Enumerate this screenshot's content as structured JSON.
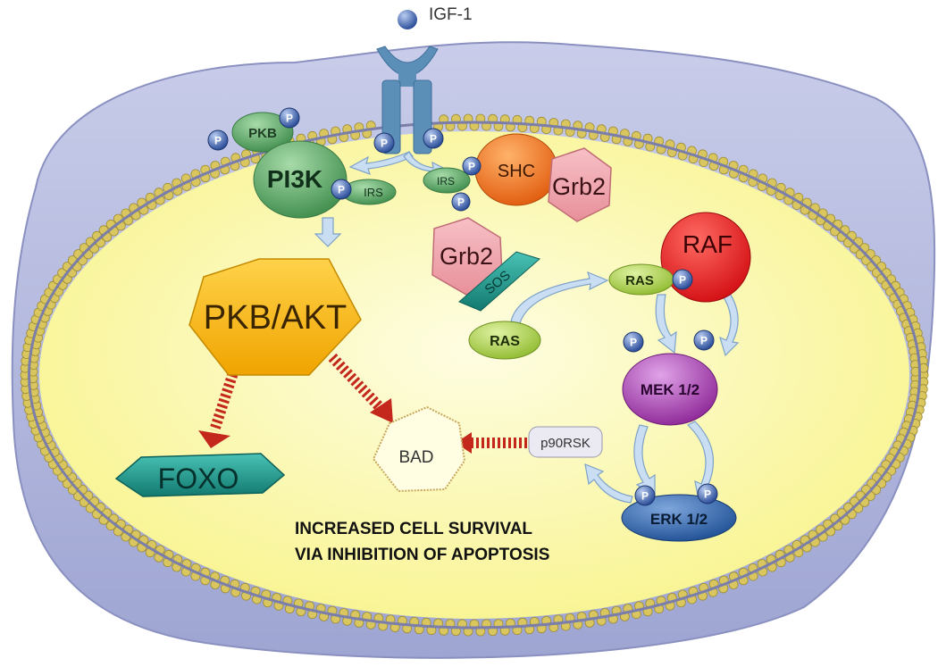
{
  "ligand": {
    "label": "IGF-1"
  },
  "molecules": {
    "pkb": "PKB",
    "pi3k": "PI3K",
    "irs_left": "IRS",
    "irs_right": "IRS",
    "shc": "SHC",
    "grb2_upper": "Grb2",
    "grb2_lower": "Grb2",
    "sos": "SOS",
    "raf": "RAF",
    "ras_active": "RAS",
    "ras_inactive": "RAS",
    "mek": "MEK 1/2",
    "erk": "ERK 1/2",
    "akt": "PKB/AKT",
    "foxo": "FOXO",
    "bad": "BAD",
    "p90rsk": "p90RSK"
  },
  "phospho_label": "P",
  "outcome": {
    "line1": "INCREASED CELL SURVIVAL",
    "line2": "VIA INHIBITION OF APOPTOSIS"
  },
  "colors": {
    "cytoplasm": "#fbf9a9",
    "extracellular": "#c3c8e6",
    "membrane_bead": "#d6c45a",
    "receptor": "#5b8fb8",
    "pi3k": "#4f9e5c",
    "shc": "#ee6a1a",
    "grb2": "#f0a3ad",
    "sos": "#1c9a8f",
    "raf": "#e8141a",
    "ras": "#a8cc4a",
    "mek": "#a034a8",
    "erk": "#2c64a8",
    "akt": "#f5b400",
    "foxo": "#1c9a8f",
    "inhibit_arrow": "#c4281c",
    "activate_arrow": "#c9def2"
  }
}
